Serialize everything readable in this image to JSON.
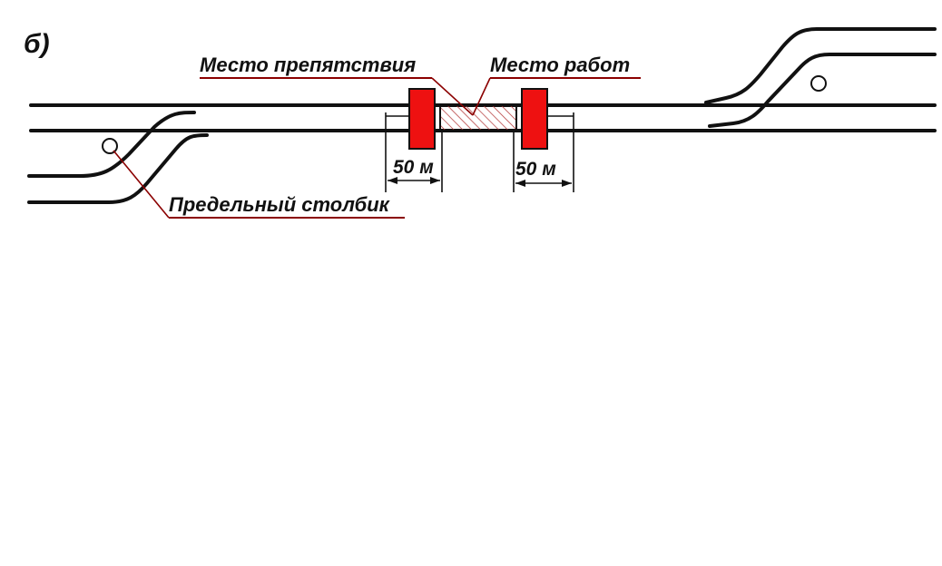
{
  "figure_label": "б)",
  "labels": {
    "obstacle_site": "Место препятствия",
    "work_site": "Место работ",
    "fouling_post": "Предельный столбик",
    "distance_left": "50 м",
    "distance_right": "50 м"
  },
  "colors": {
    "signal_red": "#ee1111",
    "leader": "#8b0000",
    "rail": "#111111",
    "hatch": "#b03030"
  }
}
